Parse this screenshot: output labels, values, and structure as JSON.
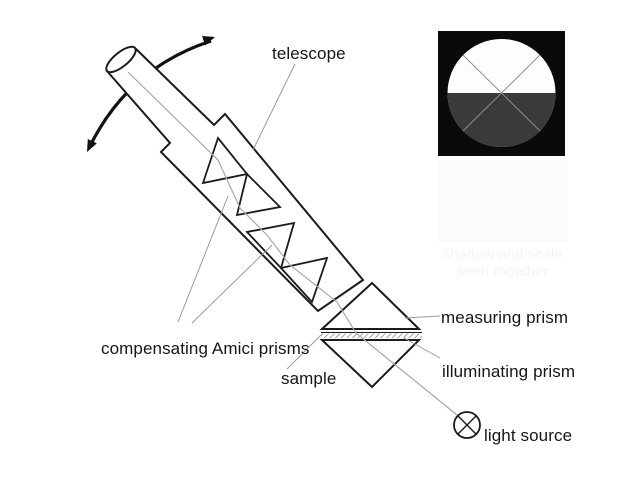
{
  "figure": {
    "labels": {
      "telescope": "telescope",
      "compensating_prisms": "compensating Amici prisms",
      "sample": "sample",
      "measuring_prism": "measuring prism",
      "illuminating_prism": "illuminating prism",
      "light_source": "light source"
    },
    "ghost_caption": {
      "line1": "shadow and scale",
      "line2": "seen together"
    },
    "eyepiece_view": {
      "background": "#0a0a0a",
      "bright_half": "#fdfdfd",
      "dark_half": "#3a3a3a",
      "crosshair": "#8d8d8d"
    },
    "colors": {
      "outline": "#1b1b1b",
      "leader": "#9b9b9b",
      "optical_axis": "#a8a8a8"
    }
  }
}
